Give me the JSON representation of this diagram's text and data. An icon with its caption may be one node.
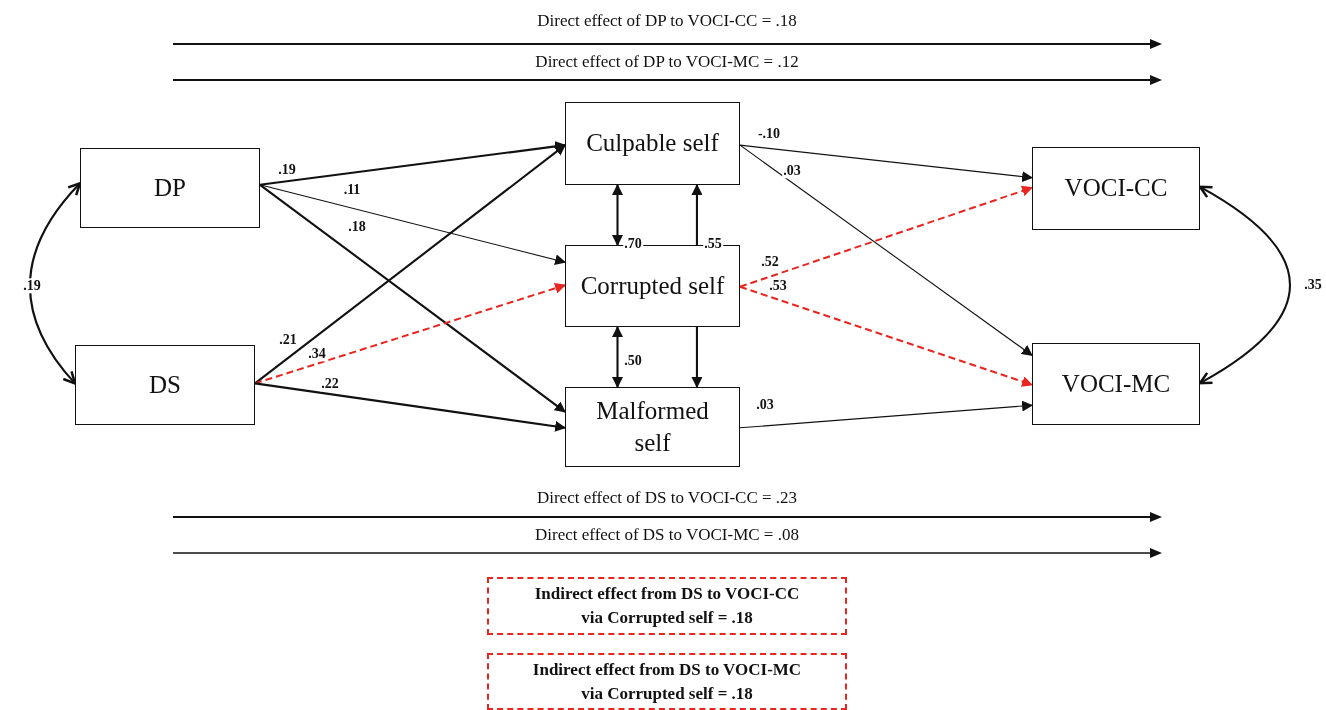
{
  "diagram": {
    "nodes": [
      {
        "text": [
          "DP"
        ]
      },
      {
        "text": [
          "DS"
        ]
      },
      {
        "text": [
          "Culpable self"
        ]
      },
      {
        "text": [
          "Corrupted self"
        ]
      },
      {
        "text": [
          "Malformed self"
        ]
      },
      {
        "text": [
          "VOCI-CC"
        ]
      },
      {
        "text": [
          "VOCI-MC"
        ]
      },
      {
        "text": [
          "Indirect effect from DS to VOCI-CC via Corrupted self = .18"
        ]
      },
      {
        "text": [
          "Indirect effect from DS to VOCI-MC via Corrupted self = .18"
        ]
      }
    ],
    "edges": [
      {
        "from": 0,
        "to": 2,
        "arrow": "to",
        "label": ".19"
      },
      {
        "from": 0,
        "to": 3,
        "arrow": "to",
        "label": ".11"
      },
      {
        "from": 0,
        "to": 4,
        "arrow": "to",
        "label": ".18"
      },
      {
        "from": 1,
        "to": 2,
        "arrow": "to",
        "label": ".21"
      },
      {
        "from": 1,
        "to": 3,
        "arrow": "to",
        "label": ".34",
        "style": "dashed",
        "color": "#e8251f"
      },
      {
        "from": 1,
        "to": 4,
        "arrow": "to",
        "label": ".22"
      },
      {
        "from": 2,
        "to": 3,
        "arrow": "both",
        "label": ".70"
      },
      {
        "from": 3,
        "to": 2,
        "arrow": "to",
        "label": ".55"
      },
      {
        "from": 3,
        "to": 4,
        "arrow": "both",
        "label": ".50"
      },
      {
        "from": 3,
        "to": 4,
        "arrow": "to"
      },
      {
        "from": 2,
        "to": 5,
        "arrow": "to",
        "label": "-.10"
      },
      {
        "from": 2,
        "to": 6,
        "arrow": "to",
        "label": ".03"
      },
      {
        "from": 3,
        "to": 5,
        "arrow": "to",
        "label": ".52",
        "style": "dashed",
        "color": "#e8251f"
      },
      {
        "from": 3,
        "to": 6,
        "arrow": "to",
        "label": ".53",
        "style": "dashed",
        "color": "#e8251f"
      },
      {
        "from": 4,
        "to": 6,
        "arrow": "to",
        "label": ".03"
      },
      {
        "from": 0,
        "to": 1,
        "arrow": "both",
        "label": ".19"
      },
      {
        "from": 5,
        "to": 6,
        "arrow": "both",
        "label": ".35"
      }
    ],
    "labels": [
      "Direct effect of DP to VOCI-CC = .18",
      "Direct effect of DP to VOCI-MC = .12",
      "Direct effect of DS to VOCI-CC = .23",
      "Direct effect of DS to VOCI-MC = .08"
    ]
  }
}
